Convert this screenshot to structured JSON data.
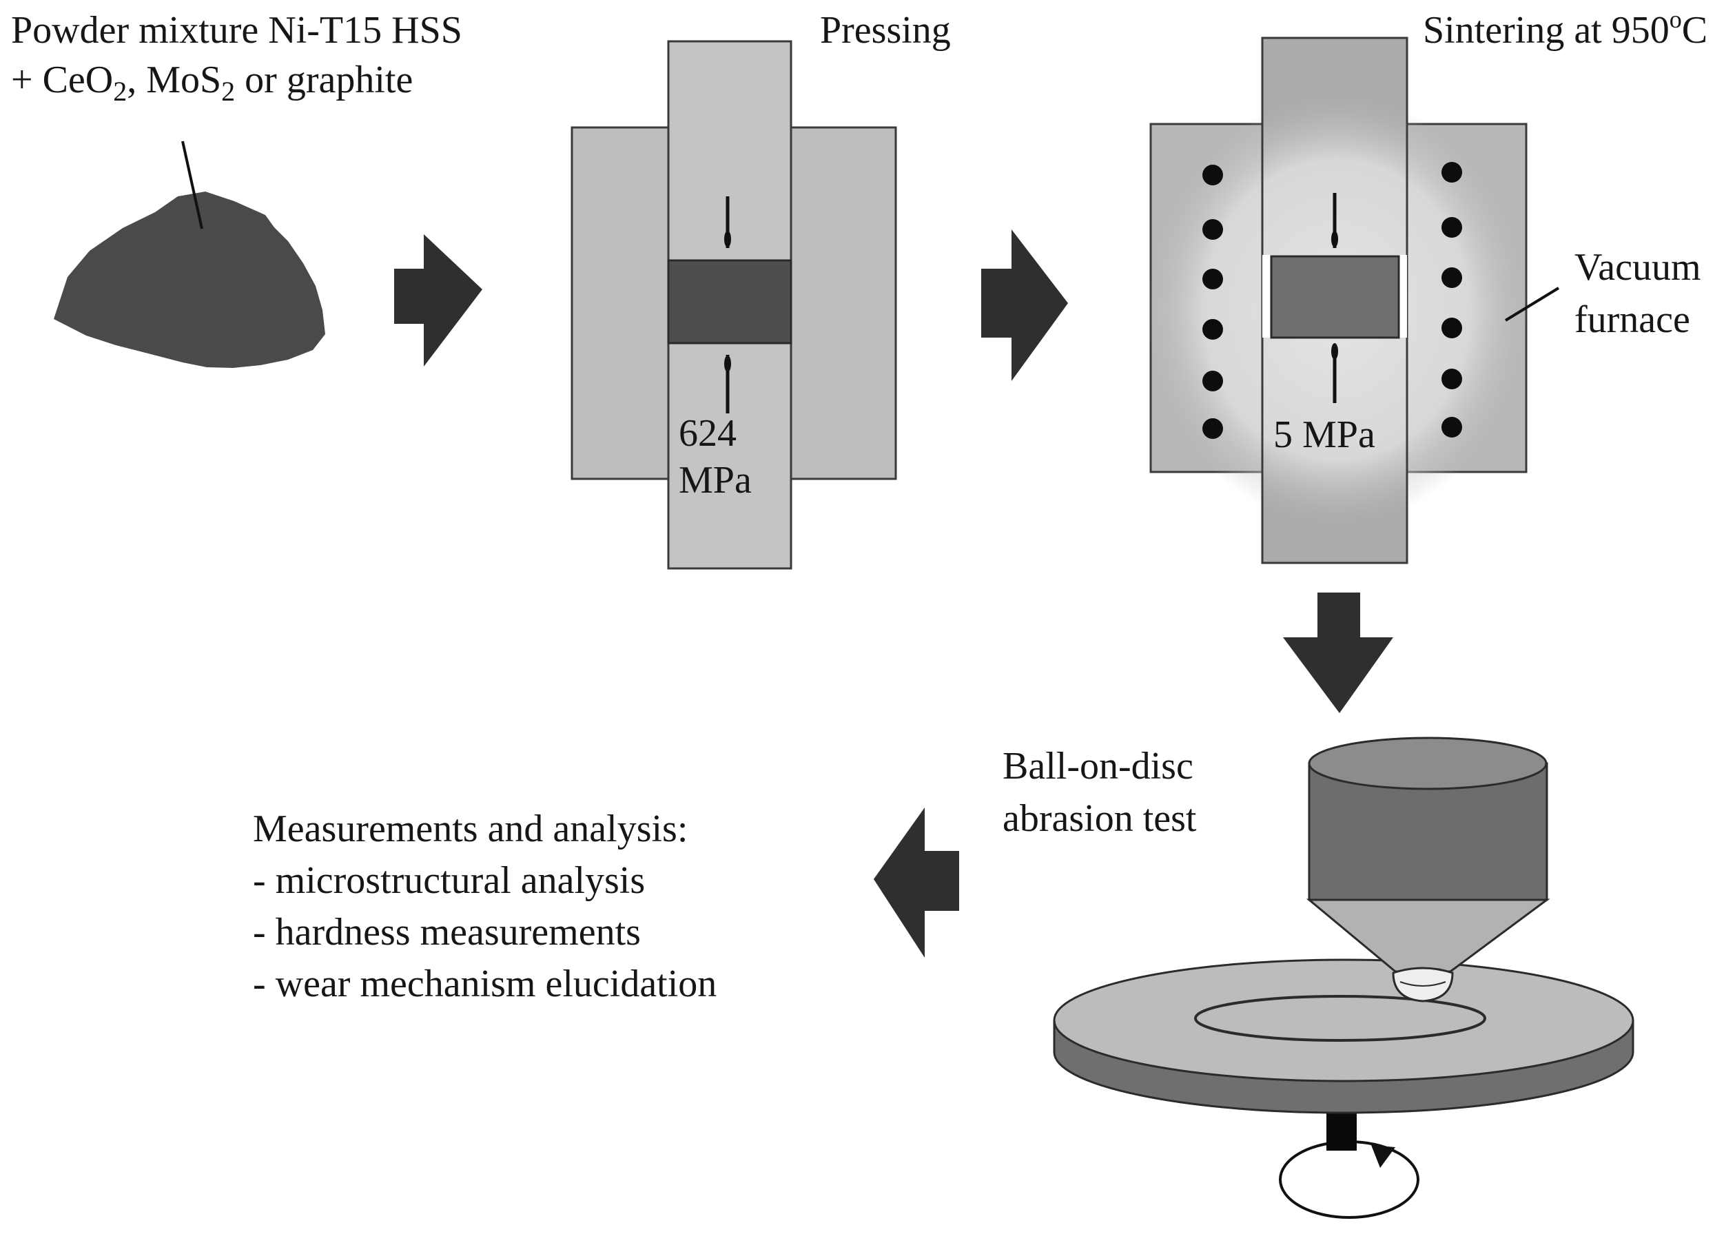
{
  "powder": {
    "line1": "Powder mixture Ni-T15 HSS",
    "line2_prefix": "+ CeO",
    "line2_sub1": "2",
    "line2_mid": ", MoS",
    "line2_sub2": "2",
    "line2_suffix": " or graphite"
  },
  "pressing": {
    "title": "Pressing",
    "pressure_value": "624",
    "pressure_unit": "MPa"
  },
  "sintering": {
    "title_prefix": "Sintering at 950",
    "title_sup": "o",
    "title_suffix": "C",
    "pressure": "5 MPa",
    "furnace_line1": "Vacuum",
    "furnace_line2": "furnace"
  },
  "abrasion": {
    "line1": "Ball-on-disc",
    "line2": "abrasion test"
  },
  "analysis": {
    "heading": "Measurements and analysis:",
    "items": [
      "- microstructural analysis",
      "- hardness measurements",
      "- wear mechanism elucidation"
    ]
  }
}
